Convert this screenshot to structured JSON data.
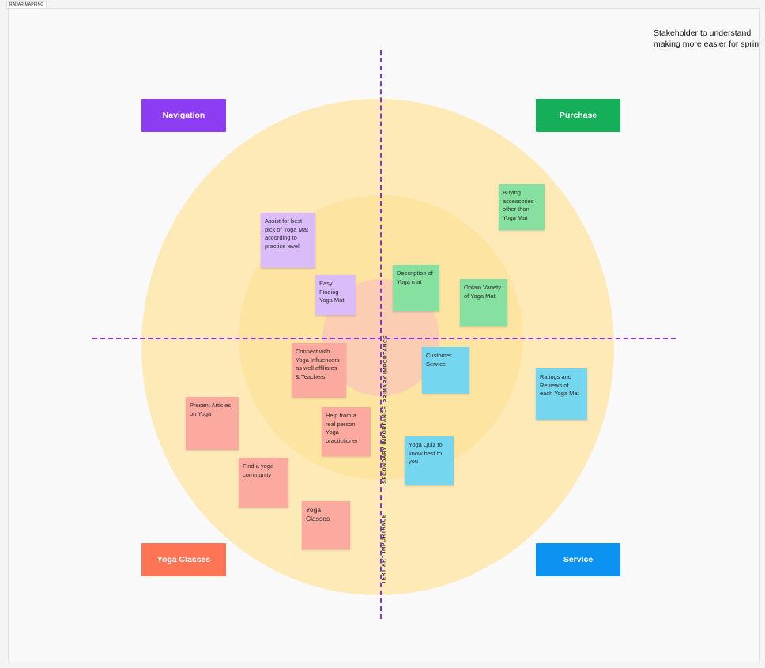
{
  "frame": {
    "title": "RADAR MAPPING"
  },
  "top_note": {
    "line1": "Stakeholder to understand",
    "line2": "making more easier for sprint"
  },
  "axis_labels": {
    "primary": "PRIMARY IMPORTANCE",
    "secondary": "SECONDARY IMPORTANCE",
    "tertiary": "TERTIARY IMPORTANCE"
  },
  "categories": {
    "navigation": {
      "label": "Navigation",
      "color": "#8c3cf2"
    },
    "purchase": {
      "label": "Purchase",
      "color": "#15af5a"
    },
    "yoga_classes": {
      "label": "Yoga Classes",
      "color": "#fd7555"
    },
    "service": {
      "label": "Service",
      "color": "#0c93f2"
    }
  },
  "notes": {
    "assist": "Assist for best pick of Yoga Mat according to practice level",
    "easy_finding": "Easy Finding Yoga Mat",
    "description": "Description of Yoga mat",
    "buying_accessories": "Buying accessories other than Yoga Mat",
    "obtain_variety": "Obtain Variety of Yoga Mat",
    "connect": "Connect with Yoga Influencers as well affiliates & Teachers",
    "customer_service": "Customer Service",
    "ratings": "Ratings and Reviews of each Yoga Mat",
    "present_articles": "Present Articles on Yoga",
    "help_real_person": "Help from a real person Yoga practictioner",
    "yoga_quiz": "Yoga Quiz to know best to you",
    "find_community": "Find a yoga community",
    "yoga_classes_note": "Yoga Classes"
  }
}
